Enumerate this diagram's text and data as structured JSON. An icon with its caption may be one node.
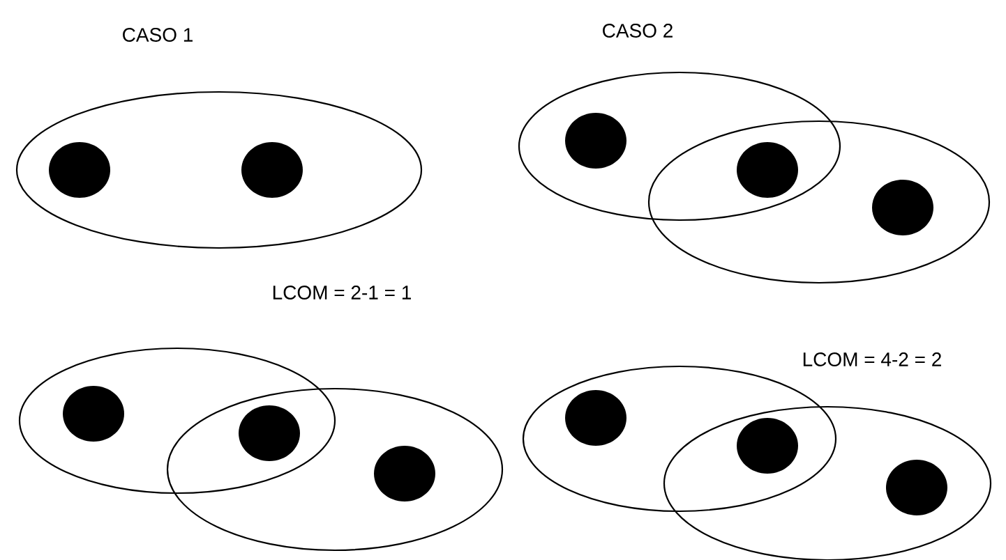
{
  "diagram": {
    "labels": [
      "CASO 1",
      "CASO 2",
      "LCOM = 2-1 = 1",
      "LCOM = 4-2 = 2"
    ]
  }
}
